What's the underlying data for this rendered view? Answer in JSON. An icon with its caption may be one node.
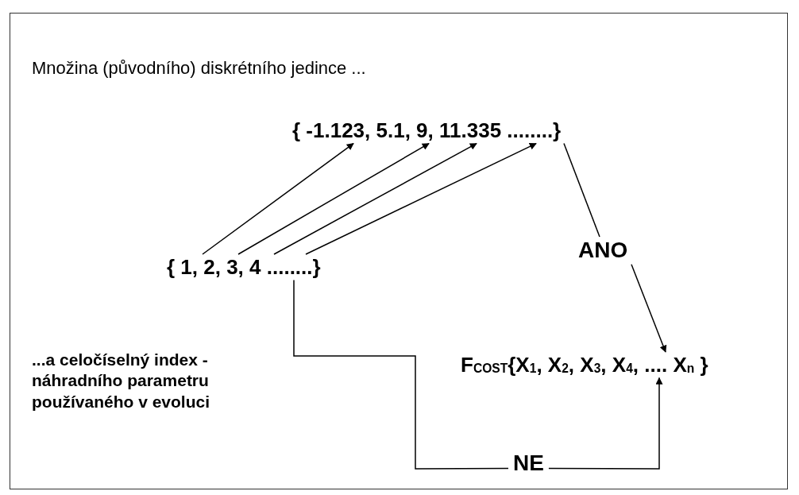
{
  "diagram": {
    "nodes": [
      {
        "text": [
          "{ -1.123, 5.1, 9, 11.335 ........}"
        ]
      },
      {
        "text": [
          "{ 1, 2, 3, 4 ........}"
        ]
      },
      {
        "text": [
          "ANO"
        ]
      },
      {
        "text": [
          "F$_{COST}${X$_{1}$, X$_{2}$, X$_{3}$, X$_{4}$, .... X$_{n}$ }"
        ]
      },
      {
        "text": [
          "NE"
        ]
      }
    ],
    "edges": [
      {
        "from": 1,
        "to": 0,
        "arrow": "to"
      },
      {
        "from": 1,
        "to": 0,
        "arrow": "to"
      },
      {
        "from": 1,
        "to": 0,
        "arrow": "to"
      },
      {
        "from": 1,
        "to": 0,
        "arrow": "to"
      },
      {
        "from": 0,
        "to": 2,
        "arrow": "none"
      },
      {
        "from": 2,
        "to": 3,
        "arrow": "to"
      },
      {
        "from": 1,
        "to": 4,
        "arrow": "none"
      },
      {
        "from": 4,
        "to": 3,
        "arrow": "to"
      }
    ],
    "labels": [
      "Množina (původního) diskrétního jedince ...",
      "...a celočíselný index - náhradního parametru používaného v evoluci"
    ]
  }
}
